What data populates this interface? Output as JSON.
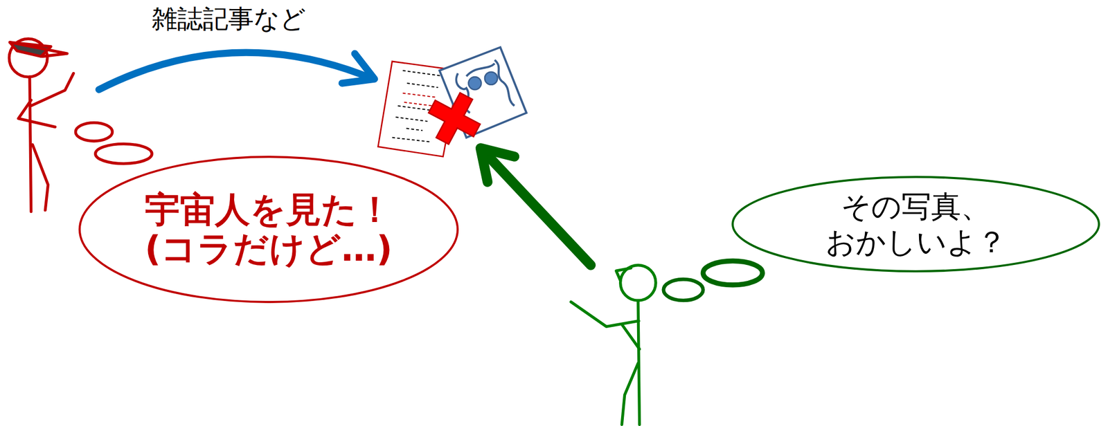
{
  "diagram": {
    "nodes": [
      {
        "text": [
          "宇宙人を見た！ (コラだけど…)"
        ]
      },
      {
        "text": [
          "その写真、 おかしいよ？"
        ]
      }
    ],
    "labels": [
      "雑誌記事など"
    ]
  }
}
